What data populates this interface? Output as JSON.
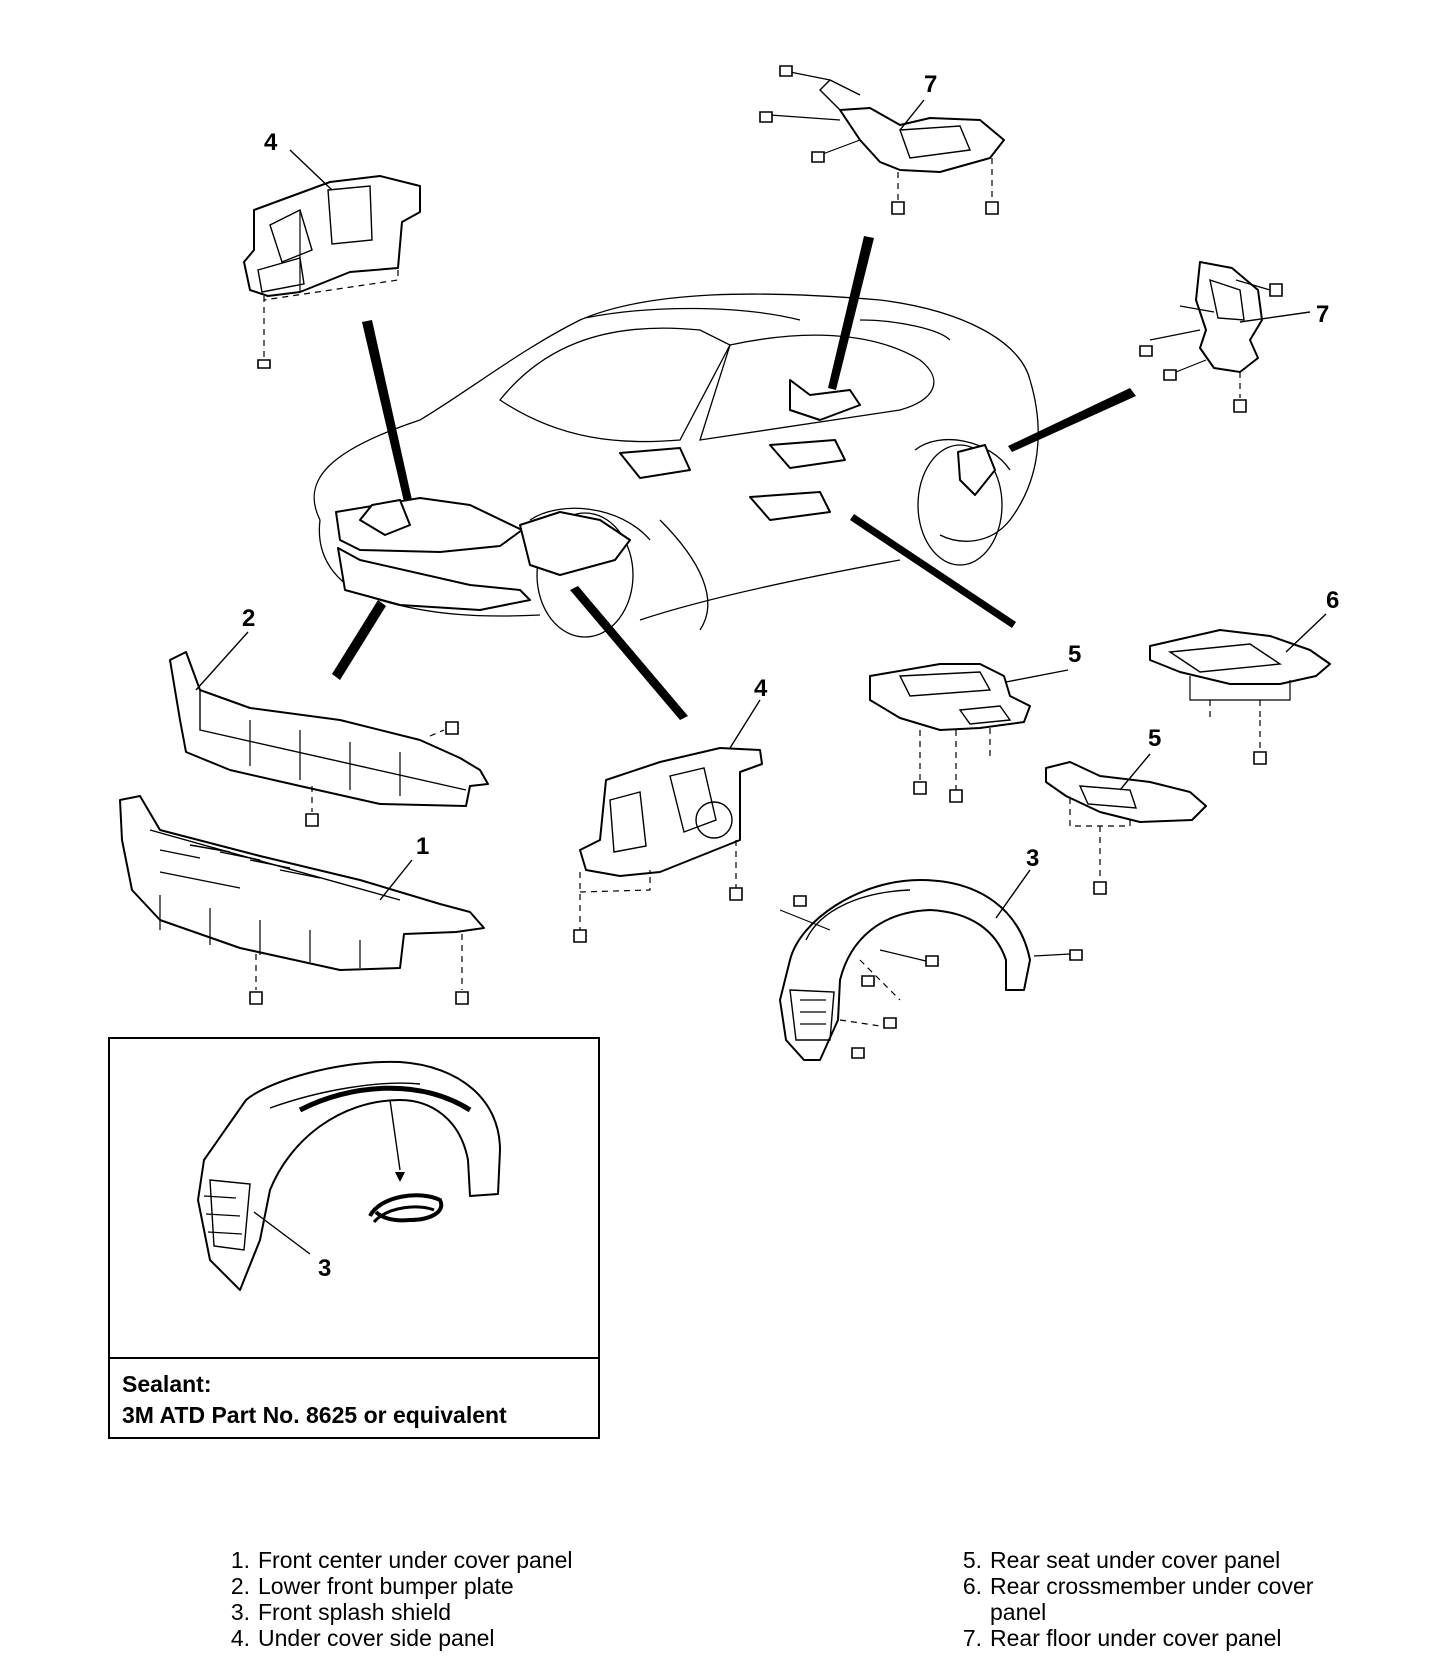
{
  "callouts": {
    "c1": "1",
    "c2": "2",
    "c3a": "3",
    "c3b": "3",
    "c4a": "4",
    "c4b": "4",
    "c5a": "5",
    "c5b": "5",
    "c6": "6",
    "c7a": "7",
    "c7b": "7"
  },
  "inset": {
    "sealant_label": "Sealant:",
    "sealant_spec": "3M ATD Part No. 8625 or equivalent"
  },
  "legend": {
    "left": [
      {
        "num": "1.",
        "text": "Front center under cover panel"
      },
      {
        "num": "2.",
        "text": "Lower front bumper plate"
      },
      {
        "num": "3.",
        "text": "Front splash shield"
      },
      {
        "num": "4.",
        "text": "Under cover side panel"
      }
    ],
    "right": [
      {
        "num": "5.",
        "text": "Rear seat under cover panel"
      },
      {
        "num": "6.",
        "text": "Rear crossmember under cover"
      },
      {
        "num": "",
        "text": "panel"
      },
      {
        "num": "7.",
        "text": "Rear floor under cover panel"
      }
    ]
  }
}
